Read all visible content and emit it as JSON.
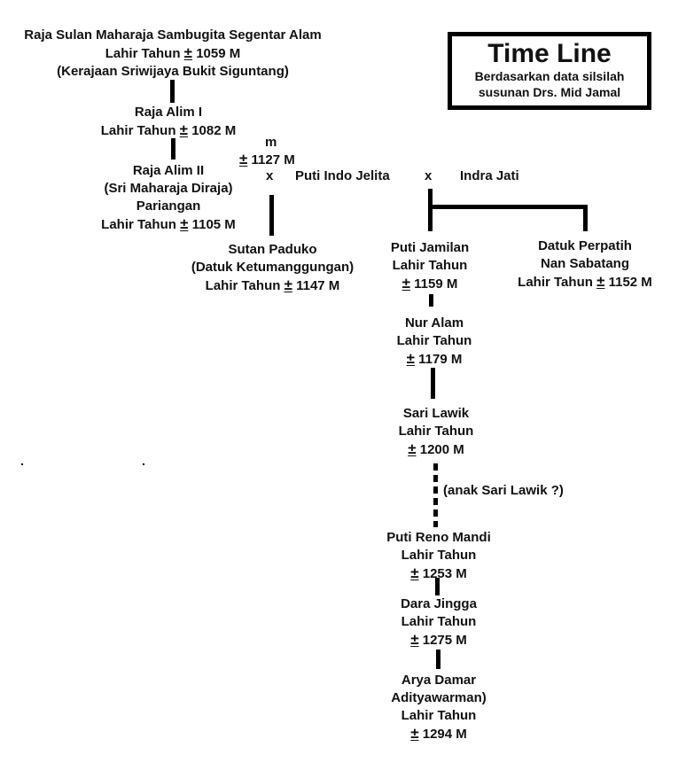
{
  "title_box": {
    "title": "Time Line",
    "subtitle_line1": "Berdasarkan data silsilah",
    "subtitle_line2": "susunan Drs. Mid Jamal"
  },
  "birth_prefix": "Lahir Tahun",
  "plus_minus": "±",
  "nodes": {
    "raja_sulan": {
      "name": "Raja Sulan Maharaja Sambugita Segentar Alam",
      "year": "1059 M",
      "note": "(Kerajaan Sriwijaya Bukit Siguntang)"
    },
    "raja_alim_1": {
      "name": "Raja Alim I",
      "year": "1082 M"
    },
    "raja_alim_2": {
      "name": "Raja Alim II",
      "alias": "(Sri Maharaja Diraja)",
      "place": "Pariangan",
      "year": "1105 M"
    },
    "marriage_1": {
      "label": "m",
      "year": "1127 M",
      "cross": "x"
    },
    "puti_indo_jelita": {
      "name": "Puti Indo Jelita"
    },
    "marriage_2": {
      "cross": "x"
    },
    "indra_jati": {
      "name": "Indra Jati"
    },
    "sutan_paduko": {
      "name": "Sutan Paduko",
      "alias": "(Datuk Ketumanggungan)",
      "year": "1147 M"
    },
    "puti_jamilan": {
      "name": "Puti Jamilan",
      "year": "1159 M"
    },
    "datuk_perpatih": {
      "name_line1": "Datuk Perpatih",
      "name_line2": "Nan Sabatang",
      "year": "1152 M"
    },
    "nur_alam": {
      "name": "Nur Alam",
      "year": "1179 M"
    },
    "sari_lawik": {
      "name": "Sari Lawik",
      "year": "1200 M"
    },
    "uncertain_note": "(anak Sari Lawik ?)",
    "puti_reno_mandi": {
      "name": "Puti Reno Mandi",
      "year": "1253 M"
    },
    "dara_jingga": {
      "name": "Dara Jingga",
      "year": "1275 M"
    },
    "arya_damar": {
      "name_line1": "Arya Damar",
      "name_line2": "Adityawarman)",
      "year": "1294 M"
    }
  }
}
